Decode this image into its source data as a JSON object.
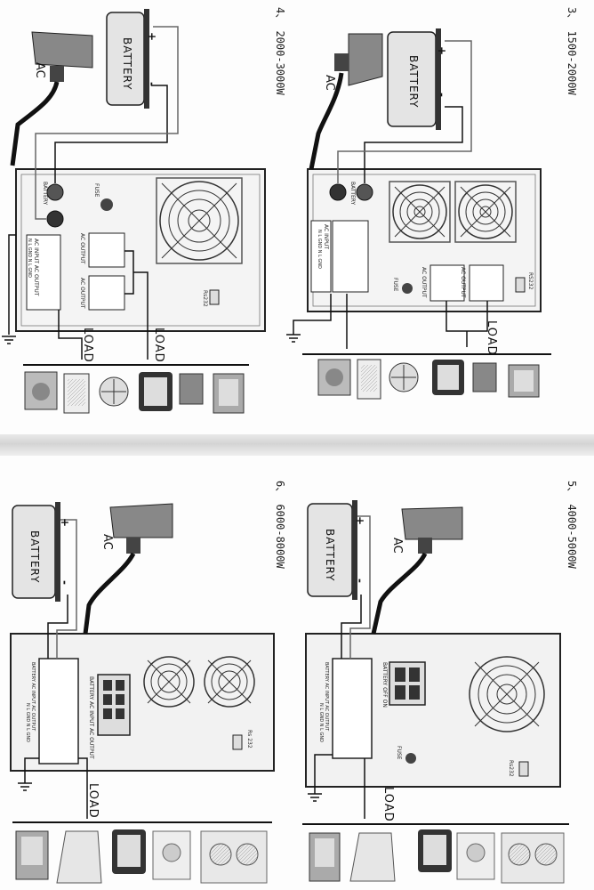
{
  "sections": [
    {
      "id": "s3",
      "title": "3、 1500-2000W",
      "battery_label": "BATTERY",
      "ac_label": "AC",
      "load_labels": [
        "LOAD"
      ],
      "panel_labels": {
        "battery_jack": "BATTERY",
        "ac_input": "AC INPUT",
        "ac_terminal_pins": "N  L  GND  N  L  GND",
        "ac_output_1": "AC OUTPUT",
        "ac_output_2": "AC OUTPUT",
        "fuse": "FUSE",
        "rs232": "RS232"
      }
    },
    {
      "id": "s4",
      "title": "4、 2000-3000W",
      "battery_label": "BATTERY",
      "ac_label": "AC",
      "load_labels": [
        "LOAD",
        "LOAD"
      ],
      "panel_labels": {
        "battery_jack": "BATTERY",
        "ac_input": "AC INPUT  AC OUTPUT",
        "ac_terminal_pins": "N  L  GND  N  L  GND",
        "ac_output_1": "AC OUTPUT",
        "ac_output_2": "AC OUTPUT",
        "fuse": "FUSE",
        "rs232": "Rs232"
      }
    },
    {
      "id": "s5",
      "title": "5、 4000-5000W",
      "battery_label": "BATTERY",
      "ac_label": "AC",
      "load_labels": [
        "LOAD"
      ],
      "panel_labels": {
        "battery_terminal": "BATTERY  AC INPUT  AC OUTPUT",
        "terminal_pins": "N  L  GND  N  L  GND",
        "battery_switch": "BATTERY OFF ON",
        "fuse": "FUSE",
        "rs232": "Rs232"
      }
    },
    {
      "id": "s6",
      "title": "6、 6000-8000W",
      "battery_label": "BATTERY",
      "ac_label": "AC",
      "load_labels": [
        "LOAD"
      ],
      "panel_labels": {
        "battery_terminal": "BATTERY  AC INPUT  AC OUTPUT",
        "terminal_pins": "N  L  GND  N  L  GND",
        "battery_switch": "BATTERY AC INPUT AC OUTPUT",
        "rs232": "Rs 232"
      }
    }
  ],
  "polarity": {
    "plus": "+",
    "minus": "-"
  },
  "icons": [
    "battery-icon",
    "ac-plug-icon",
    "fan-grille-icon",
    "ground-symbol-icon",
    "motor-icon",
    "heater-icon",
    "desk-fan-icon",
    "television-icon",
    "phone-icon",
    "laptop-icon",
    "microwave-icon",
    "computer-icon",
    "air-purifier-icon"
  ]
}
